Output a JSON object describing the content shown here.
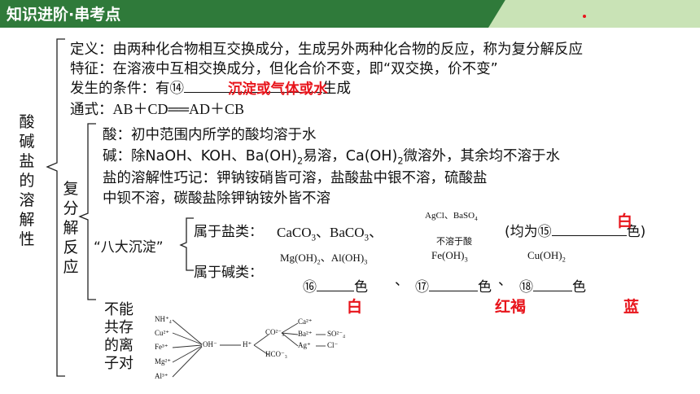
{
  "header": {
    "title": "知识进阶·串考点"
  },
  "main": {
    "vertical_title": "酸碱盐的溶解性",
    "definition": "定义：由两种化合物相互交换成分，生成另外两种化合物的反应，称为复分解反应",
    "feature": "特征：在溶液中互相交换成分，但化合价不变，即“双交换，价不变”",
    "condition_prefix": "发生的条件：有⑭",
    "condition_answer": "沉淀或气体或水",
    "condition_suffix": "生成",
    "general_label": "通式：",
    "general_formula": "AB＋CD══AD＋CB",
    "sub_title": "复分解反应",
    "solubility": {
      "acid": "酸：初中范围内所学的酸均溶于水",
      "base_prefix": "碱：除NaOH、KOH、Ba(OH)",
      "base_mid": "易溶，Ca(OH)",
      "base_suffix": "微溶外，其余均不溶于水",
      "salt_line1": "盐的溶解性巧记：钾钠铵硝皆可溶，盐酸盐中银不溶，硫酸盐",
      "salt_line2": "中钡不溶，碳酸盐除钾钠铵外皆不溶",
      "sub2": "2"
    },
    "precipitates": {
      "label": "“八大沉淀”",
      "salt_label": "属于盐类：",
      "salt_formula1": "CaCO",
      "salt_formula2": "、BaCO",
      "salt_formula3": "、",
      "sub3": "3",
      "agcl_baso4": "AgCl、BaSO",
      "sub4": "4",
      "insoluble_acid": "不溶于酸",
      "note_prefix": "(均为⑮",
      "note_answer": "白",
      "note_suffix": "色)",
      "base_label": "属于碱类：",
      "mg": "Mg(OH)",
      "al": "、Al(OH)",
      "fe": "Fe(OH)",
      "cu": "Cu(OH)",
      "sep": "、",
      "blank16": "⑯",
      "blank17": "⑰",
      "blank18": "⑱",
      "color_suffix": "色",
      "answer16": "白",
      "answer17": "红褐",
      "answer18": "蓝"
    },
    "ions": {
      "label": "不能共存的离子对",
      "left": [
        "NH⁺₄",
        "Cu²⁺",
        "Fe³⁺",
        "Mg²⁺",
        "Al³⁺"
      ],
      "oh": "OH⁻",
      "h": "H⁺",
      "co3": "CO²⁻₃",
      "hco3": "HCO⁻₃",
      "ca": "Ca²⁺",
      "ba": "Ba²⁺",
      "ag": "Ag⁺",
      "so4": "SO²⁻₄",
      "cl": "Cl⁻"
    }
  }
}
